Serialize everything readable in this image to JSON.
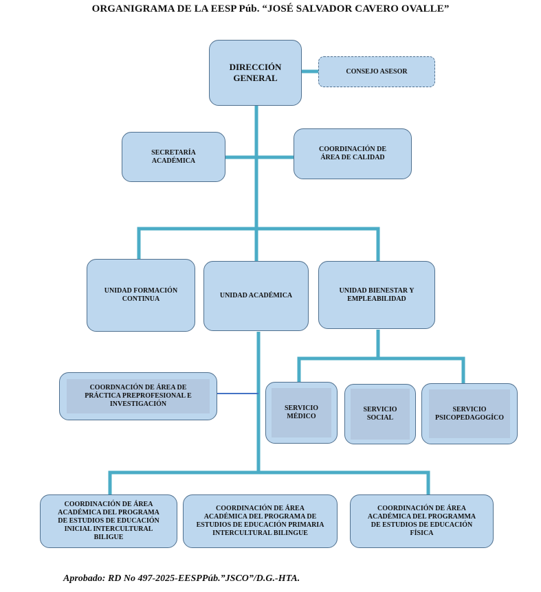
{
  "title": "ORGANIGRAMA DE LA EESP Púb. “JOSÉ SALVADOR CAVERO OVALLE”",
  "footer": "Aprobado: RD No 497-2025-EESPPúb.”JSCO”/D.G.-HTA.",
  "colors": {
    "box_fill": "#bdd7ee",
    "box_border": "#4e6f8e",
    "connector": "#4bacc6",
    "connector_thin": "#4472c4"
  },
  "nodes": {
    "direccion": "DIRECCIÓN GENERAL",
    "consejo": "CONSEJO ASESOR",
    "secretaria": "SECRETARÍA ACADÉMICA",
    "calidad": "COORDINACIÓN DE ÁREA DE CALIDAD",
    "formacion": "UNIDAD FORMACIÓN CONTINUA",
    "academica": "UNIDAD ACADÉMICA",
    "bienestar": "UNIDAD BIENESTAR Y EMPLEABILIDAD",
    "practica": "COORDNACIÓN DE ÁREA DE PRÁCTICA PREPROFESIONAL E INVESTIGACIÓN",
    "medico": "SERVICIO MÉDICO",
    "social": "SERVICIO SOCIAL",
    "psico": "SERVICIO PSICOPEDAGOGÍCO",
    "inicial": "COORDINACIÓN DE ÁREA ACADÉMICA DEL PROGRAMA DE ESTUDIOS DE EDUCACIÓN INICIAL INTERCULTURAL BILIGUE",
    "primaria": "COORDINACIÓN DE ÁREA ACADÉMICA DEL PROGRAMA DE ESTUDIOS DE EDUCACIÓN PRIMARIA INTERCULTURAL BILINGUE",
    "fisica": "COORDINACIÓN DE ÁREA ACADÉMICA DEL PROGRAMMA DE ESTUDIOS DE EDUCACIÓN FÍSICA"
  }
}
